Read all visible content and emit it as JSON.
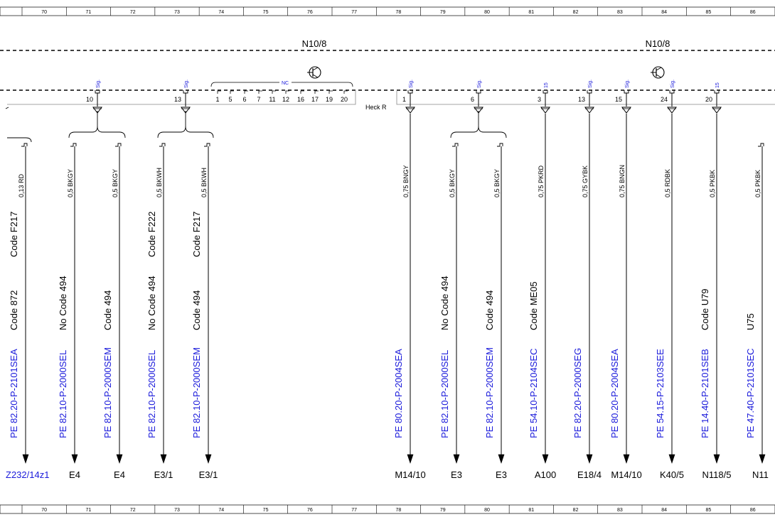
{
  "ruler": [
    "70",
    "71",
    "72",
    "73",
    "74",
    "75",
    "76",
    "77",
    "78",
    "79",
    "80",
    "81",
    "82",
    "83",
    "84",
    "85",
    "86"
  ],
  "components": {
    "left": "N10/8",
    "right": "N10/8"
  },
  "connector_label": "Heck R",
  "nc": {
    "label": "NC",
    "pins": [
      "1",
      "5",
      "6",
      "7",
      "11",
      "12",
      "16",
      "17",
      "19",
      "20"
    ]
  },
  "pins": [
    {
      "num": "10",
      "sig": "Sig."
    },
    {
      "num": "13",
      "sig": "Sig."
    },
    {
      "num": "1",
      "sig": "Sig."
    },
    {
      "num": "6",
      "sig": "Sig."
    },
    {
      "num": "3",
      "sig": "15"
    },
    {
      "num": "13",
      "sig": "Sig."
    },
    {
      "num": "15",
      "sig": "Sig."
    },
    {
      "num": "24",
      "sig": "Sig."
    },
    {
      "num": "20",
      "sig": "15"
    }
  ],
  "wires": [
    {
      "wire": "0,13 RD",
      "code1": "Code F217",
      "code2": "Code 872",
      "ref": "PE 82.20-P-2101SEA",
      "dest": "Z232/14z1"
    },
    {
      "wire": "0,5 BKGY",
      "code1": "",
      "code2": "No  Code 494",
      "ref": "PE 82.10-P-2000SEL",
      "dest": "E4"
    },
    {
      "wire": "0,5 BKGY",
      "code1": "",
      "code2": "Code 494",
      "ref": "PE 82.10-P-2000SEM",
      "dest": "E4"
    },
    {
      "wire": "0,5 BKWH",
      "code1": "Code F222",
      "code2": "No  Code 494",
      "ref": "PE 82.10-P-2000SEL",
      "dest": "E3/1"
    },
    {
      "wire": "0,5 BKWH",
      "code1": "Code F217",
      "code2": "Code 494",
      "ref": "PE 82.10-P-2000SEM",
      "dest": "E3/1"
    },
    {
      "wire": "0,75 BNGY",
      "code1": "",
      "code2": "",
      "ref": "PE 80.20-P-2004SEA",
      "dest": "M14/10"
    },
    {
      "wire": "0,5 BKGY",
      "code1": "",
      "code2": "No  Code 494",
      "ref": "PE 82.10-P-2000SEL",
      "dest": "E3"
    },
    {
      "wire": "0,5 BKGY",
      "code1": "",
      "code2": "Code 494",
      "ref": "PE 82.10-P-2000SEM",
      "dest": "E3"
    },
    {
      "wire": "0,75 PKRD",
      "code1": "",
      "code2": "Code ME05",
      "ref": "PE 54.10-P-2104SEC",
      "dest": "A100"
    },
    {
      "wire": "0,75 GYBK",
      "code1": "",
      "code2": "",
      "ref": "PE 82.20-P-2000SEG",
      "dest": "E18/4"
    },
    {
      "wire": "0,75 BNGN",
      "code1": "",
      "code2": "",
      "ref": "PE 80.20-P-2004SEA",
      "dest": "M14/10"
    },
    {
      "wire": "0,5 RDBK",
      "code1": "",
      "code2": "",
      "ref": "PE 54.15-P-2103SEE",
      "dest": "K40/5"
    },
    {
      "wire": "0,5 PKBK",
      "code1": "",
      "code2": "Code U79",
      "ref": "PE 14.40-P-2101SEB",
      "dest": "N118/5"
    },
    {
      "wire": "0,5 PKBK",
      "code1": "",
      "code2": "U75",
      "ref": "PE 47.40-P-2101SEC",
      "dest": "N11"
    }
  ]
}
